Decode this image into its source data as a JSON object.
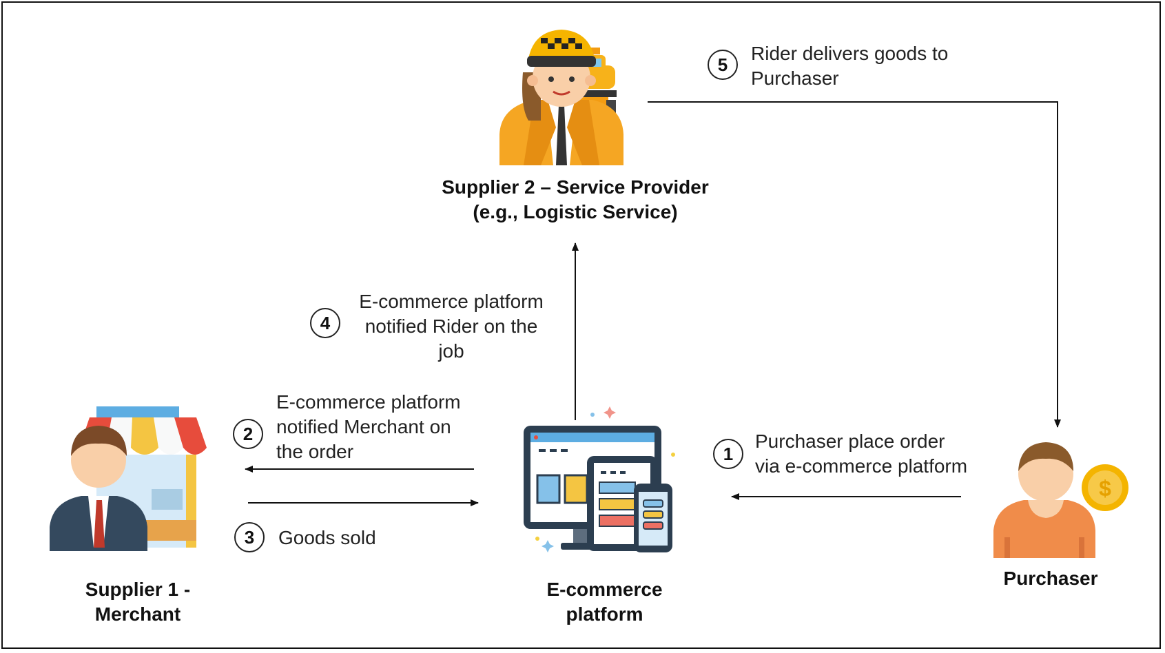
{
  "nodes": {
    "service_provider": {
      "line1": "Supplier 2 – Service Provider",
      "line2": "(e.g., Logistic Service)",
      "icon": "taxi-driver-icon"
    },
    "merchant": {
      "line1": "Supplier 1 -",
      "line2": "Merchant",
      "icon": "merchant-store-icon"
    },
    "platform": {
      "line1": "E-commerce",
      "line2": "platform",
      "icon": "ecommerce-devices-icon"
    },
    "purchaser": {
      "label": "Purchaser",
      "icon": "purchaser-coin-icon"
    }
  },
  "steps": [
    {
      "number": "1",
      "lines": [
        "Purchaser place order",
        "via e-commerce platform"
      ]
    },
    {
      "number": "2",
      "lines": [
        "E-commerce platform",
        "notified Merchant on",
        "the order"
      ]
    },
    {
      "number": "3",
      "lines": [
        "Goods sold"
      ]
    },
    {
      "number": "4",
      "lines": [
        "E-commerce platform",
        "notified Rider on the",
        "job"
      ]
    },
    {
      "number": "5",
      "lines": [
        "Rider delivers goods to",
        "Purchaser"
      ]
    }
  ]
}
